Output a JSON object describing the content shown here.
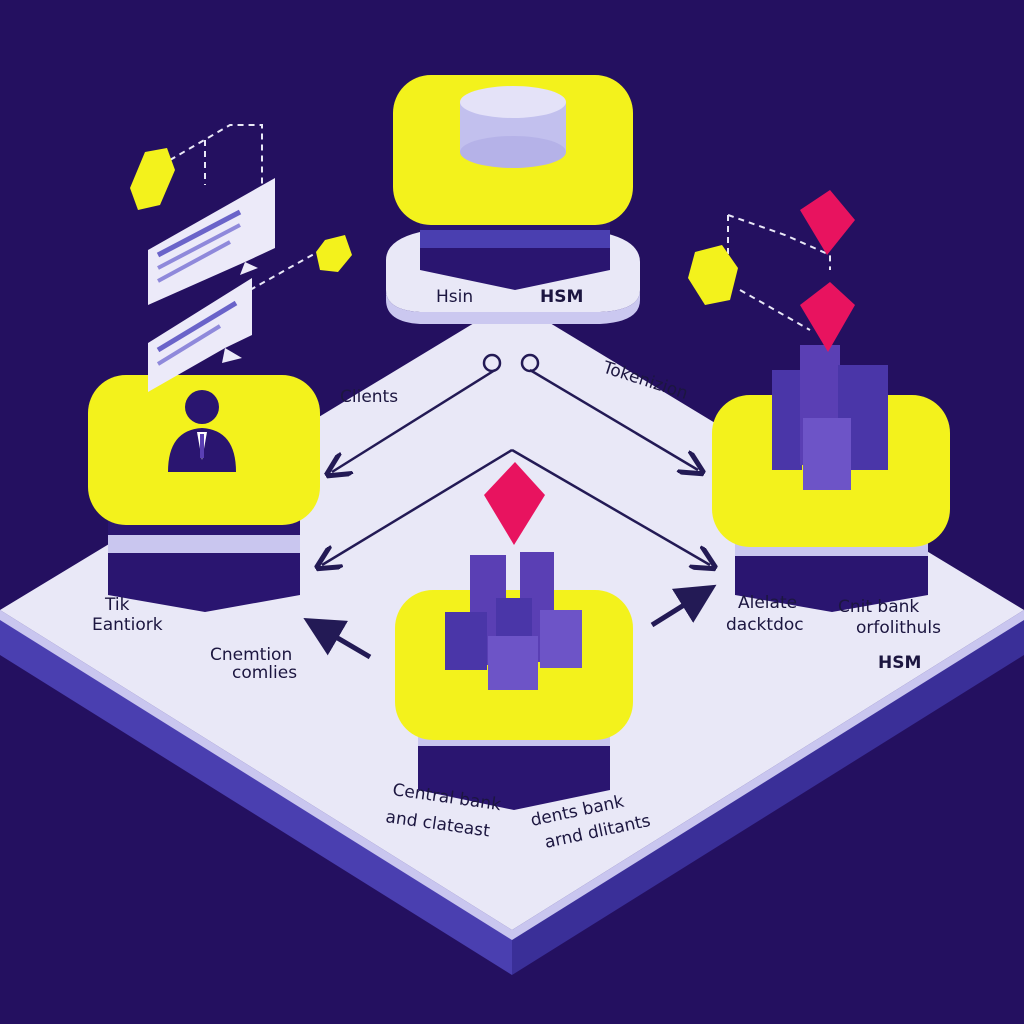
{
  "colors": {
    "background": "#241060",
    "platform_top": "#e9e8f7",
    "platform_side": "#4a3fb0",
    "node_yellow": "#f3f21c",
    "node_side": "#2a1570",
    "accent_pink": "#e8135f",
    "cube_purple": "#5a3fb4",
    "doc_card": "#eceaf9",
    "arrow": "#231a55"
  },
  "labels": {
    "top_left": "Hsin",
    "top_right": "HSM",
    "clients": "Clients",
    "tokenization": "Tokenizion",
    "left_label_1": "Tik",
    "left_label_2": "Eantiork",
    "mid_left_1": "Cnemtion",
    "mid_left_2": "comlies",
    "mid_right_1": "Alelate",
    "mid_right_2": "dacktdoc",
    "right_1": "Cnit bank",
    "right_2": "orfolithuls",
    "right_3": "HSM",
    "bottom_left_1": "Central bank",
    "bottom_left_2": "and clateast",
    "bottom_right_1": "dents bank",
    "bottom_right_2": "arnd dlitants"
  },
  "icons": {
    "top_node": "database-icon",
    "left_node": "person-icon",
    "right_node": "building-blocks-icon",
    "center_node": "building-blocks-icon",
    "cards": "document-card-icon",
    "markers": "hexagon-marker-icon",
    "pins": "pink-diamond-pin-icon"
  }
}
